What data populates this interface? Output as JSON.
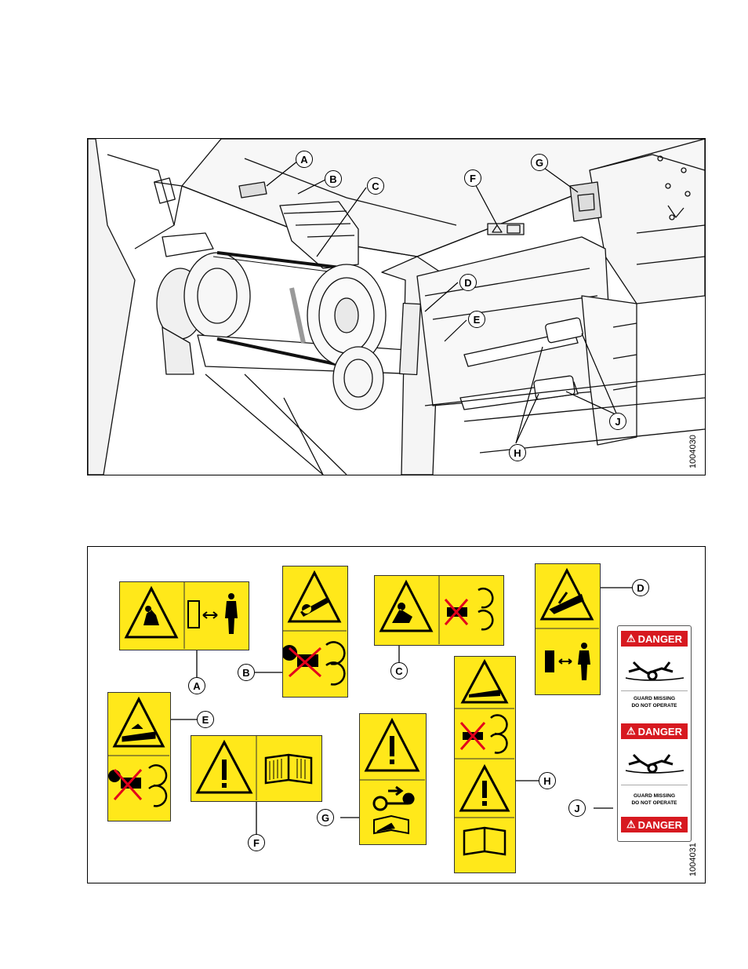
{
  "figure1": {
    "id_label": "1004030",
    "callouts": [
      "A",
      "B",
      "C",
      "D",
      "E",
      "F",
      "G",
      "H",
      "J"
    ]
  },
  "figure2": {
    "id_label": "1004031",
    "callouts": [
      "A",
      "B",
      "C",
      "D",
      "E",
      "F",
      "G",
      "H",
      "J"
    ],
    "danger_decal": {
      "header": "DANGER",
      "message_line1": "GUARD MISSING",
      "message_line2": "DO NOT OPERATE"
    }
  },
  "colors": {
    "decal_yellow": "#ffe81a",
    "danger_red": "#d71920",
    "prohibit_red": "#e3001b"
  },
  "icons": [
    "warning-triangle-icon",
    "hand-entanglement-icon",
    "keep-clear-icon",
    "read-manual-icon",
    "remove-key-icon",
    "prohibited-hand-icon",
    "rotating-arrows-icon"
  ]
}
